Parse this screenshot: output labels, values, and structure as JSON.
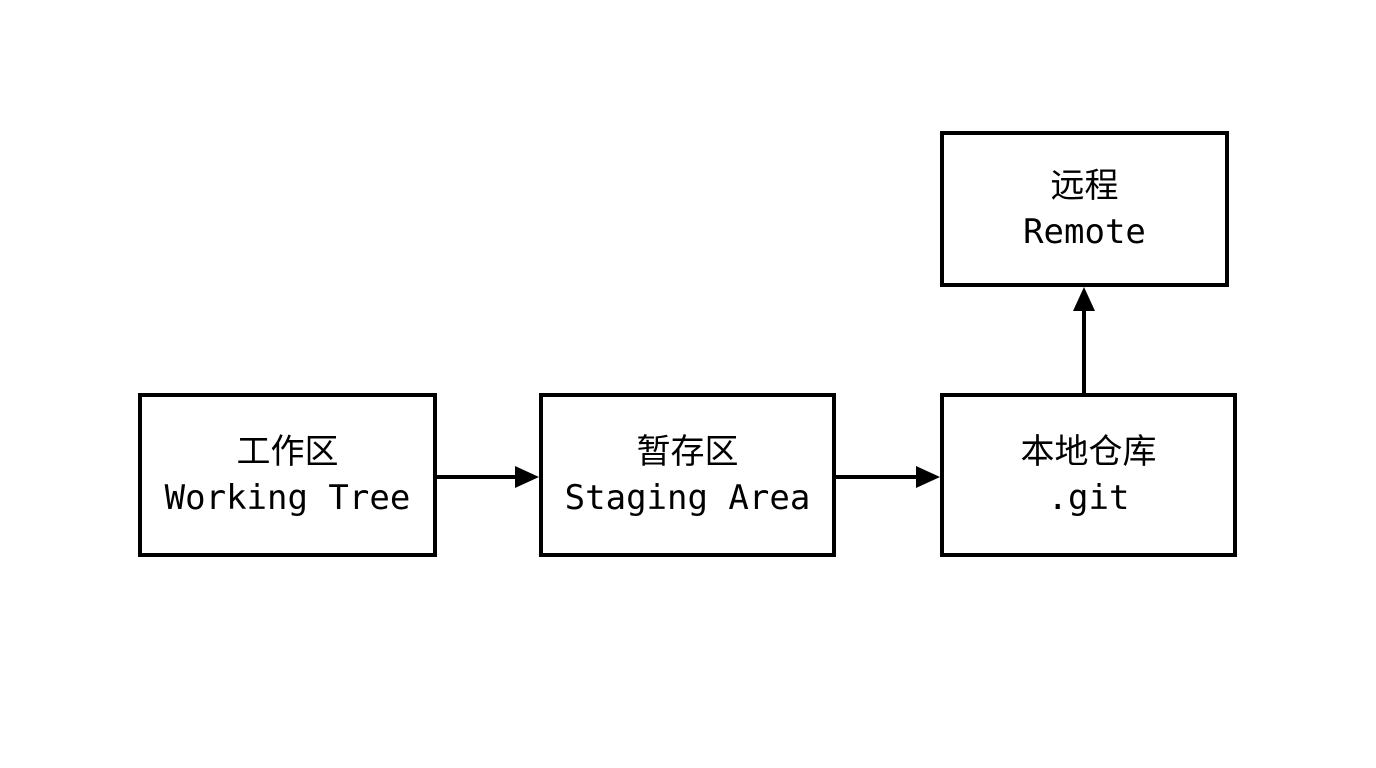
{
  "diagram": {
    "background_color": "#ffffff",
    "stroke_color": "#000000",
    "nodes": {
      "working_tree": {
        "label_zh": "工作区",
        "label_en": "Working Tree"
      },
      "staging_area": {
        "label_zh": "暂存区",
        "label_en": "Staging Area"
      },
      "local_repo": {
        "label_zh": "本地仓库",
        "label_en": ".git"
      },
      "remote": {
        "label_zh": "远程",
        "label_en": "Remote"
      }
    },
    "edges": [
      {
        "from": "working_tree",
        "to": "staging_area",
        "direction": "right"
      },
      {
        "from": "staging_area",
        "to": "local_repo",
        "direction": "right"
      },
      {
        "from": "local_repo",
        "to": "remote",
        "direction": "up"
      }
    ]
  }
}
